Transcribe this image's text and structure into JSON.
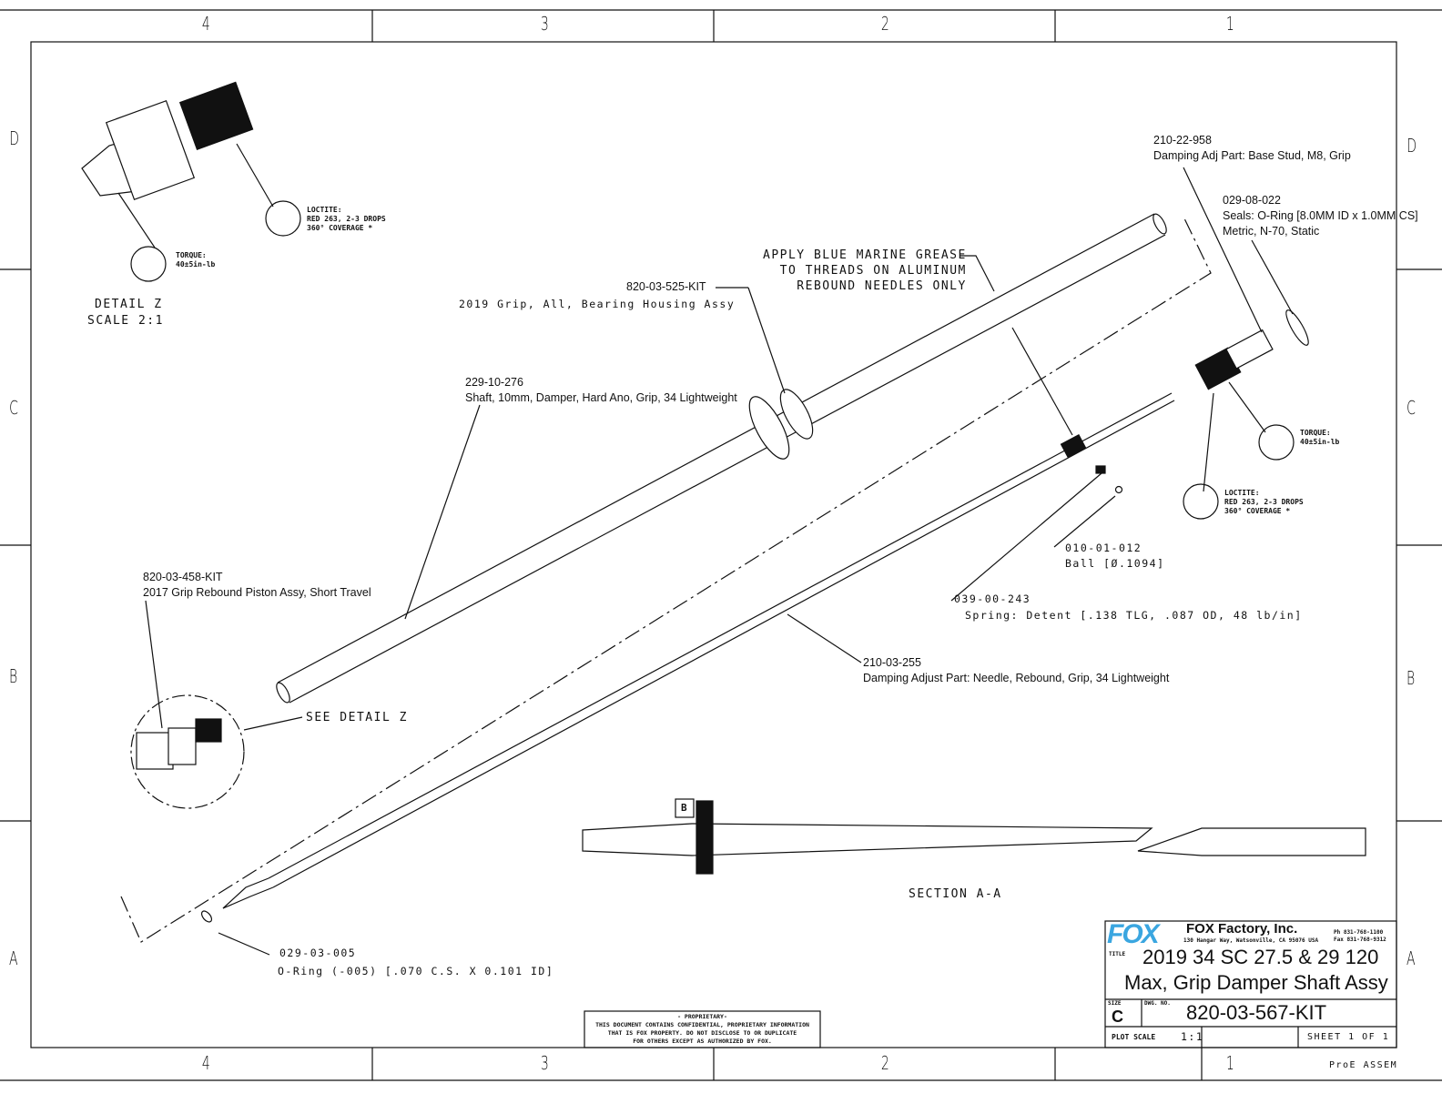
{
  "zones": {
    "columns": [
      "4",
      "3",
      "2",
      "1"
    ],
    "rows": [
      "D",
      "C",
      "B",
      "A"
    ]
  },
  "detail": {
    "title": "DETAIL  Z",
    "scale": "SCALE  2:1",
    "see_detail": "SEE DETAIL  Z"
  },
  "notes": {
    "loctite": [
      "LOCTITE:",
      "RED 263, 2-3 DROPS",
      "360° COVERAGE *"
    ],
    "torque": [
      "TORQUE:",
      "40±5in-lb"
    ],
    "grease": [
      "APPLY BLUE MARINE GREASE",
      "TO THREADS ON ALUMINUM",
      "REBOUND NEEDLES ONLY"
    ],
    "section": "SECTION  A-A",
    "section_marker": "B"
  },
  "callouts": [
    {
      "part": "210-22-958",
      "desc": "Damping Adj Part: Base Stud, M8, Grip"
    },
    {
      "part": "029-08-022",
      "desc": "Seals: O-Ring [8.0MM ID x 1.0MM CS]",
      "desc2": "Metric, N-70, Static"
    },
    {
      "part": "820-03-525-KIT",
      "desc": "2019 Grip, All, Bearing Housing Assy"
    },
    {
      "part": "229-10-276",
      "desc": "Shaft, 10mm, Damper, Hard Ano, Grip, 34 Lightweight"
    },
    {
      "part": "820-03-458-KIT",
      "desc": "2017 Grip Rebound Piston Assy, Short Travel"
    },
    {
      "part": "010-01-012",
      "desc": "Ball [Ø.1094]"
    },
    {
      "part": "039-00-243",
      "desc": "Spring: Detent [.138 TLG, .087 OD, 48 lb/in]"
    },
    {
      "part": "210-03-255",
      "desc": "Damping Adjust Part: Needle, Rebound, Grip, 34 Lightweight"
    },
    {
      "part": "029-03-005",
      "desc": "O-Ring (-005) [.070 C.S. X 0.101 ID]"
    }
  ],
  "proprietary": [
    "- PROPRIETARY-",
    "THIS DOCUMENT CONTAINS CONFIDENTIAL, PROPRIETARY INFORMATION",
    "THAT IS FOX PROPERTY.  DO NOT DISCLOSE TO OR DUPLICATE",
    "FOR OTHERS EXCEPT AS AUTHORIZED BY FOX."
  ],
  "title_block": {
    "logo": "FOX",
    "company": "FOX Factory, Inc.",
    "address": "130 Hangar Way, Watsonville, CA 95076 USA",
    "phone": "Ph 831-768-1100",
    "fax": "Fax 831-768-9312",
    "title_label": "TITLE",
    "title_1": "2019 34 SC 27.5 & 29 120",
    "title_2": "Max, Grip Damper Shaft Assy",
    "size_label": "SIZE",
    "size": "C",
    "dwg_label": "DWG. NO.",
    "dwg_no": "820-03-567-KIT",
    "plot_scale_label": "PLOT SCALE",
    "plot_scale": "1:1",
    "sheet": "SHEET 1 OF 1",
    "footer": "ProE ASSEM"
  },
  "colors": {
    "logo": "#3aa6e0"
  }
}
